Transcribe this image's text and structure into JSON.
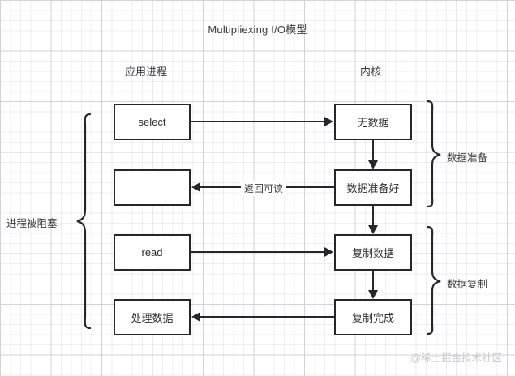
{
  "diagram": {
    "title": "Multipliexing I/O模型",
    "columns": {
      "left_header": "应用进程",
      "right_header": "内核"
    },
    "nodes": {
      "select": "select",
      "blank": "",
      "read": "read",
      "process_data": "处理数据",
      "no_data": "无数据",
      "data_ready": "数据准备好",
      "copy_data": "复制数据",
      "copy_done": "复制完成"
    },
    "edge_labels": {
      "return_readable": "返回可读"
    },
    "braces": {
      "left": "进程被阻塞",
      "right_top": "数据准备",
      "right_bottom": "数据复制"
    },
    "watermark": "@稀土掘金技术社区",
    "colors": {
      "stroke": "#26262b",
      "text": "#3b3b40",
      "background": "#ffffff",
      "grid_minor": "#d2d2d7",
      "grid_major": "#afafb9",
      "watermark": "#c9c9cf"
    }
  }
}
